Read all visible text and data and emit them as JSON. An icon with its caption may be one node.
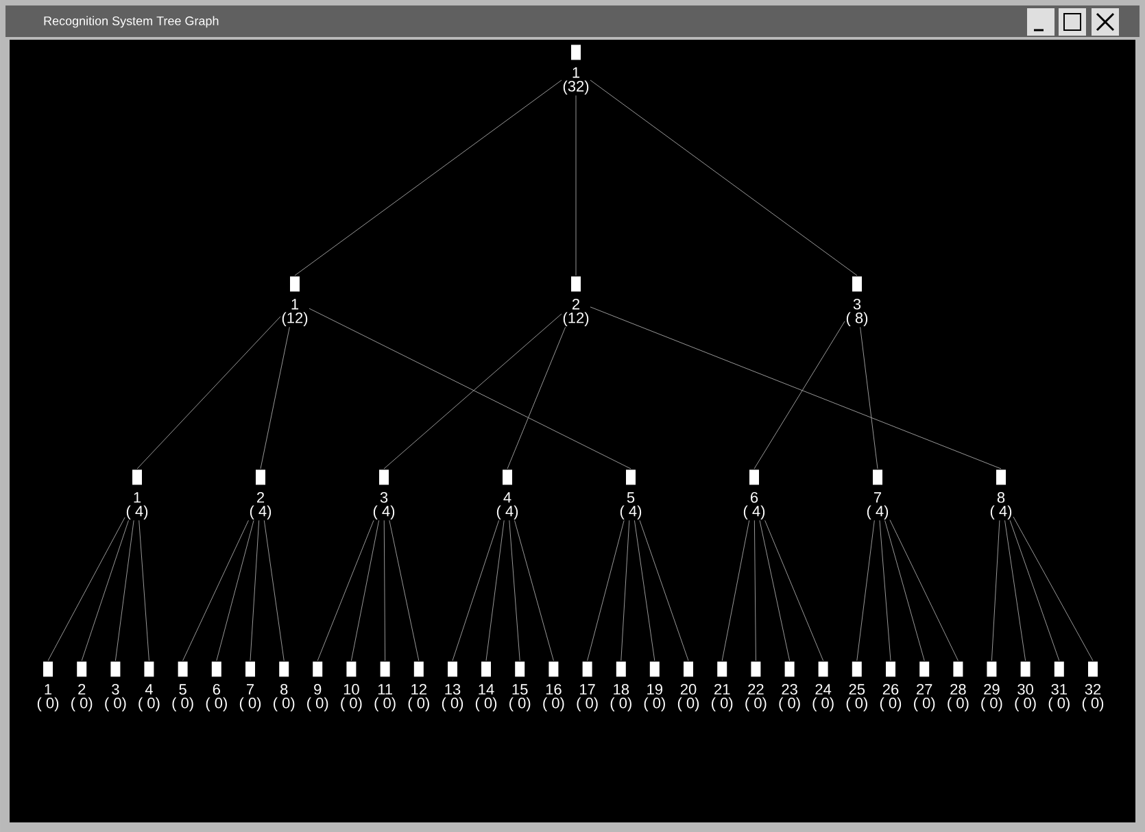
{
  "diagram": {
    "title": "Recognition System Tree Graph",
    "nodes": [
      {
        "text": [
          "1",
          "(32)"
        ]
      },
      {
        "text": [
          "1",
          "(12)"
        ]
      },
      {
        "text": [
          "2",
          "(12)"
        ]
      },
      {
        "text": [
          "3",
          "( 8)"
        ]
      },
      {
        "text": [
          "1",
          "( 4)"
        ]
      },
      {
        "text": [
          "2",
          "( 4)"
        ]
      },
      {
        "text": [
          "3",
          "( 4)"
        ]
      },
      {
        "text": [
          "4",
          "( 4)"
        ]
      },
      {
        "text": [
          "5",
          "( 4)"
        ]
      },
      {
        "text": [
          "6",
          "( 4)"
        ]
      },
      {
        "text": [
          "7",
          "( 4)"
        ]
      },
      {
        "text": [
          "8",
          "( 4)"
        ]
      },
      {
        "text": [
          "1",
          "( 0)"
        ]
      },
      {
        "text": [
          "2",
          "( 0)"
        ]
      },
      {
        "text": [
          "3",
          "( 0)"
        ]
      },
      {
        "text": [
          "4",
          "( 0)"
        ]
      },
      {
        "text": [
          "5",
          "( 0)"
        ]
      },
      {
        "text": [
          "6",
          "( 0)"
        ]
      },
      {
        "text": [
          "7",
          "( 0)"
        ]
      },
      {
        "text": [
          "8",
          "( 0)"
        ]
      },
      {
        "text": [
          "9",
          "( 0)"
        ]
      },
      {
        "text": [
          "10",
          "( 0)"
        ]
      },
      {
        "text": [
          "11",
          "( 0)"
        ]
      },
      {
        "text": [
          "12",
          "( 0)"
        ]
      },
      {
        "text": [
          "13",
          "( 0)"
        ]
      },
      {
        "text": [
          "14",
          "( 0)"
        ]
      },
      {
        "text": [
          "15",
          "( 0)"
        ]
      },
      {
        "text": [
          "16",
          "( 0)"
        ]
      },
      {
        "text": [
          "17",
          "( 0)"
        ]
      },
      {
        "text": [
          "18",
          "( 0)"
        ]
      },
      {
        "text": [
          "19",
          "( 0)"
        ]
      },
      {
        "text": [
          "20",
          "( 0)"
        ]
      },
      {
        "text": [
          "21",
          "( 0)"
        ]
      },
      {
        "text": [
          "22",
          "( 0)"
        ]
      },
      {
        "text": [
          "23",
          "( 0)"
        ]
      },
      {
        "text": [
          "24",
          "( 0)"
        ]
      },
      {
        "text": [
          "25",
          "( 0)"
        ]
      },
      {
        "text": [
          "26",
          "( 0)"
        ]
      },
      {
        "text": [
          "27",
          "( 0)"
        ]
      },
      {
        "text": [
          "28",
          "( 0)"
        ]
      },
      {
        "text": [
          "29",
          "( 0)"
        ]
      },
      {
        "text": [
          "30",
          "( 0)"
        ]
      },
      {
        "text": [
          "31",
          "( 0)"
        ]
      },
      {
        "text": [
          "32",
          "( 0)"
        ]
      }
    ],
    "edges": [
      {
        "from": 0,
        "to": 1,
        "arrow": "none"
      },
      {
        "from": 0,
        "to": 2,
        "arrow": "none"
      },
      {
        "from": 0,
        "to": 3,
        "arrow": "none"
      },
      {
        "from": 1,
        "to": 4,
        "arrow": "none"
      },
      {
        "from": 1,
        "to": 5,
        "arrow": "none"
      },
      {
        "from": 1,
        "to": 8,
        "arrow": "none"
      },
      {
        "from": 2,
        "to": 6,
        "arrow": "none"
      },
      {
        "from": 2,
        "to": 7,
        "arrow": "none"
      },
      {
        "from": 2,
        "to": 11,
        "arrow": "none"
      },
      {
        "from": 3,
        "to": 9,
        "arrow": "none"
      },
      {
        "from": 3,
        "to": 10,
        "arrow": "none"
      },
      {
        "from": 4,
        "to": 12,
        "arrow": "none"
      },
      {
        "from": 4,
        "to": 13,
        "arrow": "none"
      },
      {
        "from": 4,
        "to": 14,
        "arrow": "none"
      },
      {
        "from": 4,
        "to": 15,
        "arrow": "none"
      },
      {
        "from": 5,
        "to": 16,
        "arrow": "none"
      },
      {
        "from": 5,
        "to": 17,
        "arrow": "none"
      },
      {
        "from": 5,
        "to": 18,
        "arrow": "none"
      },
      {
        "from": 5,
        "to": 19,
        "arrow": "none"
      },
      {
        "from": 6,
        "to": 20,
        "arrow": "none"
      },
      {
        "from": 6,
        "to": 21,
        "arrow": "none"
      },
      {
        "from": 6,
        "to": 22,
        "arrow": "none"
      },
      {
        "from": 6,
        "to": 23,
        "arrow": "none"
      },
      {
        "from": 7,
        "to": 24,
        "arrow": "none"
      },
      {
        "from": 7,
        "to": 25,
        "arrow": "none"
      },
      {
        "from": 7,
        "to": 26,
        "arrow": "none"
      },
      {
        "from": 7,
        "to": 27,
        "arrow": "none"
      },
      {
        "from": 8,
        "to": 28,
        "arrow": "none"
      },
      {
        "from": 8,
        "to": 29,
        "arrow": "none"
      },
      {
        "from": 8,
        "to": 30,
        "arrow": "none"
      },
      {
        "from": 8,
        "to": 31,
        "arrow": "none"
      },
      {
        "from": 9,
        "to": 32,
        "arrow": "none"
      },
      {
        "from": 9,
        "to": 33,
        "arrow": "none"
      },
      {
        "from": 9,
        "to": 34,
        "arrow": "none"
      },
      {
        "from": 9,
        "to": 35,
        "arrow": "none"
      },
      {
        "from": 10,
        "to": 36,
        "arrow": "none"
      },
      {
        "from": 10,
        "to": 37,
        "arrow": "none"
      },
      {
        "from": 10,
        "to": 38,
        "arrow": "none"
      },
      {
        "from": 10,
        "to": 39,
        "arrow": "none"
      },
      {
        "from": 11,
        "to": 40,
        "arrow": "none"
      },
      {
        "from": 11,
        "to": 41,
        "arrow": "none"
      },
      {
        "from": 11,
        "to": 42,
        "arrow": "none"
      },
      {
        "from": 11,
        "to": 43,
        "arrow": "none"
      }
    ]
  }
}
